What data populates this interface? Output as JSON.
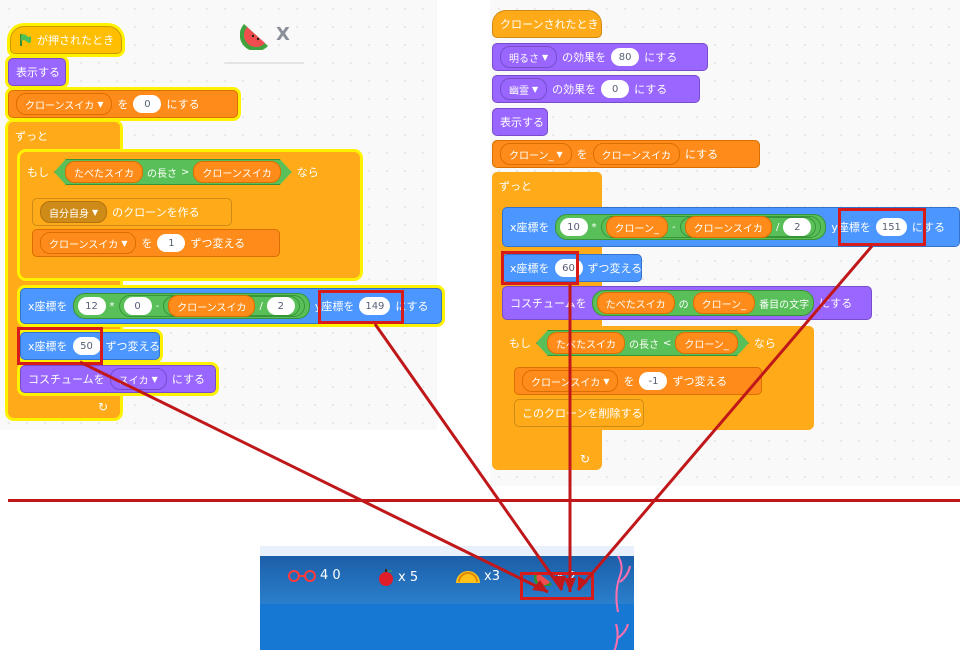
{
  "left_script": {
    "hat": "が押されたとき",
    "show": "表示する",
    "set_var": {
      "var": "クローンスイカ",
      "mid": "を",
      "value": "0",
      "end": "にする"
    },
    "forever": "ずっと",
    "if_block": {
      "kw": "もし",
      "list": "たべたスイカ",
      "length_of": "の長さ",
      "op": ">",
      "var": "クローンスイカ",
      "then": "なら"
    },
    "create_clone": {
      "target": "自分自身",
      "end": "のクローンを作る"
    },
    "change_var": {
      "var": "クローンスイカ",
      "mid": "を",
      "value": "1",
      "end": "ずつ変える"
    },
    "set_x": {
      "kw": "x座標を",
      "a": "12",
      "mul": "*",
      "b": "0",
      "minus": "-",
      "var": "クローンスイカ",
      "div": "/",
      "c": "2",
      "y_kw": "y座標を",
      "y": "149",
      "end": "にする"
    },
    "change_x": {
      "kw": "x座標を",
      "value": "50",
      "end": "ずつ変える"
    },
    "costume": {
      "kw": "コスチュームを",
      "value": "スイカ",
      "end": "にする"
    },
    "sprite_x": "X"
  },
  "right_script": {
    "hat": "クローンされたとき",
    "effect1": {
      "effect": "明るさ",
      "mid": "の効果を",
      "value": "80",
      "end": "にする"
    },
    "effect2": {
      "effect": "幽霊",
      "mid": "の効果を",
      "value": "0",
      "end": "にする"
    },
    "show": "表示する",
    "set_var": {
      "var": "クローン_",
      "mid": "を",
      "value": "クローンスイカ",
      "end": "にする"
    },
    "forever": "ずっと",
    "set_x": {
      "kw": "x座標を",
      "a": "10",
      "mul": "*",
      "var1": "クローン_",
      "minus": "-",
      "var2": "クローンスイカ",
      "div": "/",
      "c": "2",
      "y_kw": "y座標を",
      "y": "151",
      "end": "にする"
    },
    "change_x": {
      "kw": "x座標を",
      "value": "60",
      "end": "ずつ変える"
    },
    "costume": {
      "kw": "コスチュームを",
      "list": "たべたスイカ",
      "of": "の",
      "var": "クローン_",
      "item": "番目の文字",
      "end": "にする"
    },
    "if_block": {
      "kw": "もし",
      "list": "たべたスイカ",
      "length_of": "の長さ",
      "op": "<",
      "var": "クローン_",
      "then": "なら"
    },
    "change_var": {
      "var": "クローンスイカ",
      "mid": "を",
      "value": "-1",
      "end": "ずつ変える"
    },
    "delete": "このクローンを削除する"
  },
  "stage_hud": {
    "glasses_count": "4 0",
    "apple": "x 5",
    "taco": "x3",
    "melon": "x 2"
  },
  "colors": {
    "highlight": "#d71b1b",
    "motion": "#4c97ff",
    "looks": "#9966ff",
    "variables": "#ff8c1a",
    "control": "#ffab19",
    "events": "#ffbf00",
    "operators": "#59c059"
  }
}
